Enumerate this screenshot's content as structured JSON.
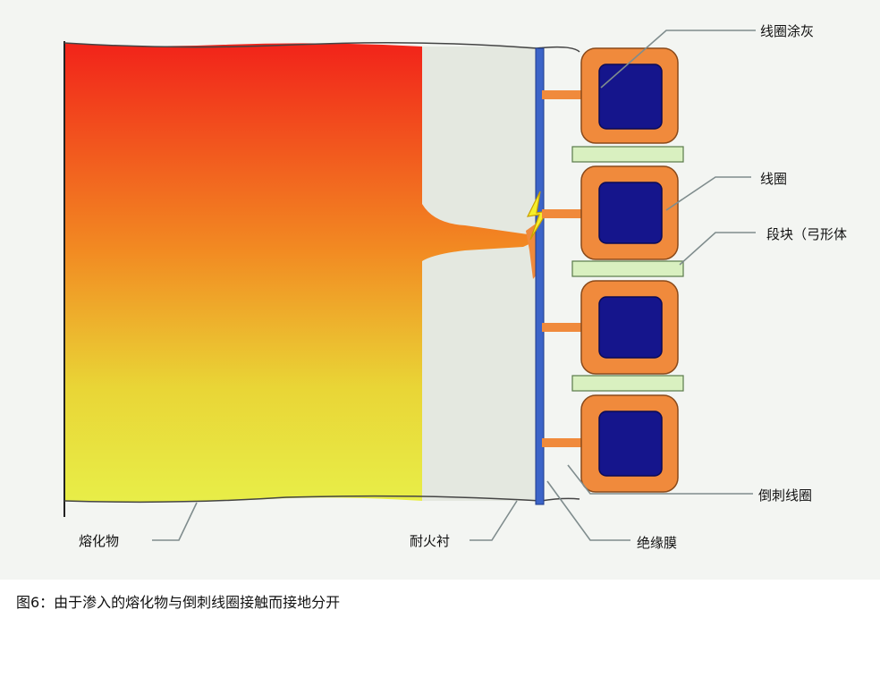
{
  "labels": {
    "coil_coating": "线圈涂灰",
    "coil": "线圈",
    "segment_block": "段块（弓形体",
    "barbed_coil": "倒刺线圈",
    "melt": "熔化物",
    "refractory_lining": "耐火衬",
    "insulation_film": "绝缘膜"
  },
  "caption": "图6：由于渗入的熔化物与倒刺线圈接触而接地分开",
  "colors": {
    "melt_top": "#f2231a",
    "melt_bottom": "#e9ec45",
    "refractory": "#e4e8e0",
    "insulation": "#3c64c8",
    "coil_coating": "#f08a3c",
    "coil_core": "#15158c",
    "segment": "#d9f0c0",
    "leader": "#7f8c8d"
  }
}
